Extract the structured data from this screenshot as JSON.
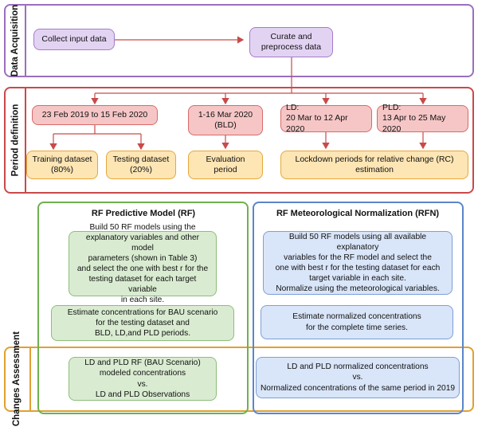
{
  "stages": {
    "data_acquisition": "Data Acquisition",
    "period_definition": "Period definition",
    "changes_assessment": "Changes\nAssessment"
  },
  "acquisition": {
    "collect": "Collect input data",
    "curate": "Curate and\npreprocess data"
  },
  "periods": {
    "training_range": "23 Feb 2019 to 15 Feb 2020",
    "bld": "1-16 Mar 2020\n(BLD)",
    "ld": "LD:\n20 Mar to 12 Apr 2020",
    "pld": "PLD:\n13 Apr to 25 May 2020",
    "training_dataset": "Training dataset\n(80%)",
    "testing_dataset": "Testing dataset\n(20%)",
    "evaluation": "Evaluation period",
    "lockdown_rc": "Lockdown periods for relative change (RC)\nestimation"
  },
  "rf_panel": {
    "title": "RF Predictive Model (RF)",
    "build": "Build 50 RF models using the\nexplanatory variables and other model\nparameters (shown in Table 3)\nand select the one with best r for the\ntesting dataset for each target variable\nin each site.",
    "estimate": "Estimate concentrations for BAU scenario\nfor the testing dataset and\nBLD, LD,and PLD periods.",
    "assessment": "LD and PLD RF (BAU Scenario)\nmodeled concentrations\nvs.\nLD and PLD Observations"
  },
  "rfn_panel": {
    "title": "RF Meteorological Normalization (RFN)",
    "build": "Build 50 RF models using all available explanatory\nvariables for the RF model and select the\none with best r for the testing dataset for each\ntarget variable in each site.\nNormalize using the meteorological variables.",
    "estimate": "Estimate normalized concentrations\nfor the complete time series.",
    "assessment": "LD and PLD normalized concentrations\nvs.\nNormalized concentrations of the same period in 2019"
  },
  "colors": {
    "acquisition_border": "#9a6fbf",
    "period_border": "#c94a4a",
    "assessment_border": "#e0a030",
    "rf_border": "#6fb04f",
    "rfn_border": "#5b86c9",
    "arrow": "#c94a4a"
  }
}
